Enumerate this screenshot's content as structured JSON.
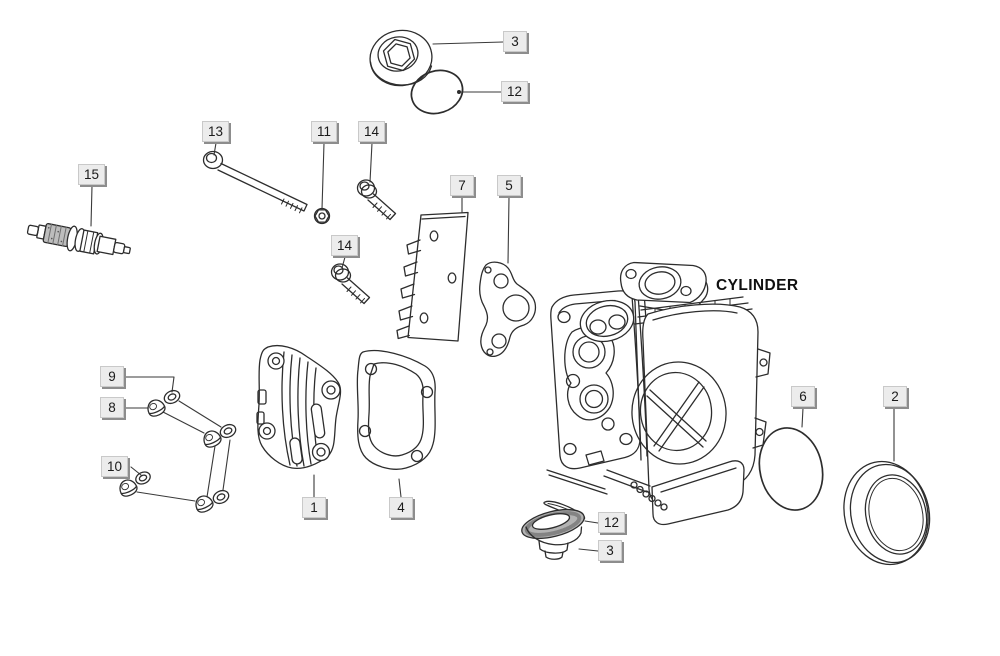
{
  "diagram": {
    "annotation": "CYLINDER",
    "callouts": [
      {
        "label": "3"
      },
      {
        "label": "12"
      },
      {
        "label": "13"
      },
      {
        "label": "11"
      },
      {
        "label": "14"
      },
      {
        "label": "15"
      },
      {
        "label": "7"
      },
      {
        "label": "5"
      },
      {
        "label": "14"
      },
      {
        "label": "9"
      },
      {
        "label": "8"
      },
      {
        "label": "10"
      },
      {
        "label": "1"
      },
      {
        "label": "4"
      },
      {
        "label": "12"
      },
      {
        "label": "3"
      },
      {
        "label": "6"
      },
      {
        "label": "2"
      }
    ],
    "colors": {
      "line": "#2d2d2d",
      "label_bg": "#ececec",
      "label_shadow": "#8d8d8d",
      "text": "#1b1b1b"
    }
  }
}
